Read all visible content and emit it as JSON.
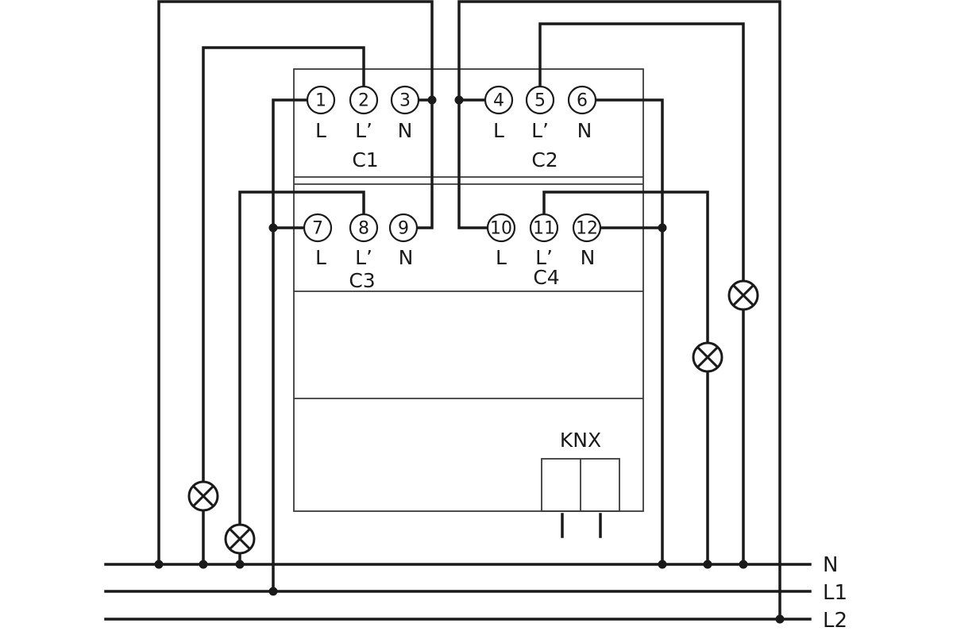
{
  "diagram": {
    "terminals": [
      {
        "num": "1",
        "label": "L"
      },
      {
        "num": "2",
        "label": "L’"
      },
      {
        "num": "3",
        "label": "N"
      },
      {
        "num": "4",
        "label": "L"
      },
      {
        "num": "5",
        "label": "L’"
      },
      {
        "num": "6",
        "label": "N"
      },
      {
        "num": "7",
        "label": "L"
      },
      {
        "num": "8",
        "label": "L’"
      },
      {
        "num": "9",
        "label": "N"
      },
      {
        "num": "10",
        "label": "L"
      },
      {
        "num": "11",
        "label": "L’"
      },
      {
        "num": "12",
        "label": "N"
      }
    ],
    "channels": [
      "C1",
      "C2",
      "C3",
      "C4"
    ],
    "knx_label": "KNX",
    "bus_lines": [
      "N",
      "L1",
      "L2"
    ],
    "lamp_icon": "lamp-icon"
  }
}
